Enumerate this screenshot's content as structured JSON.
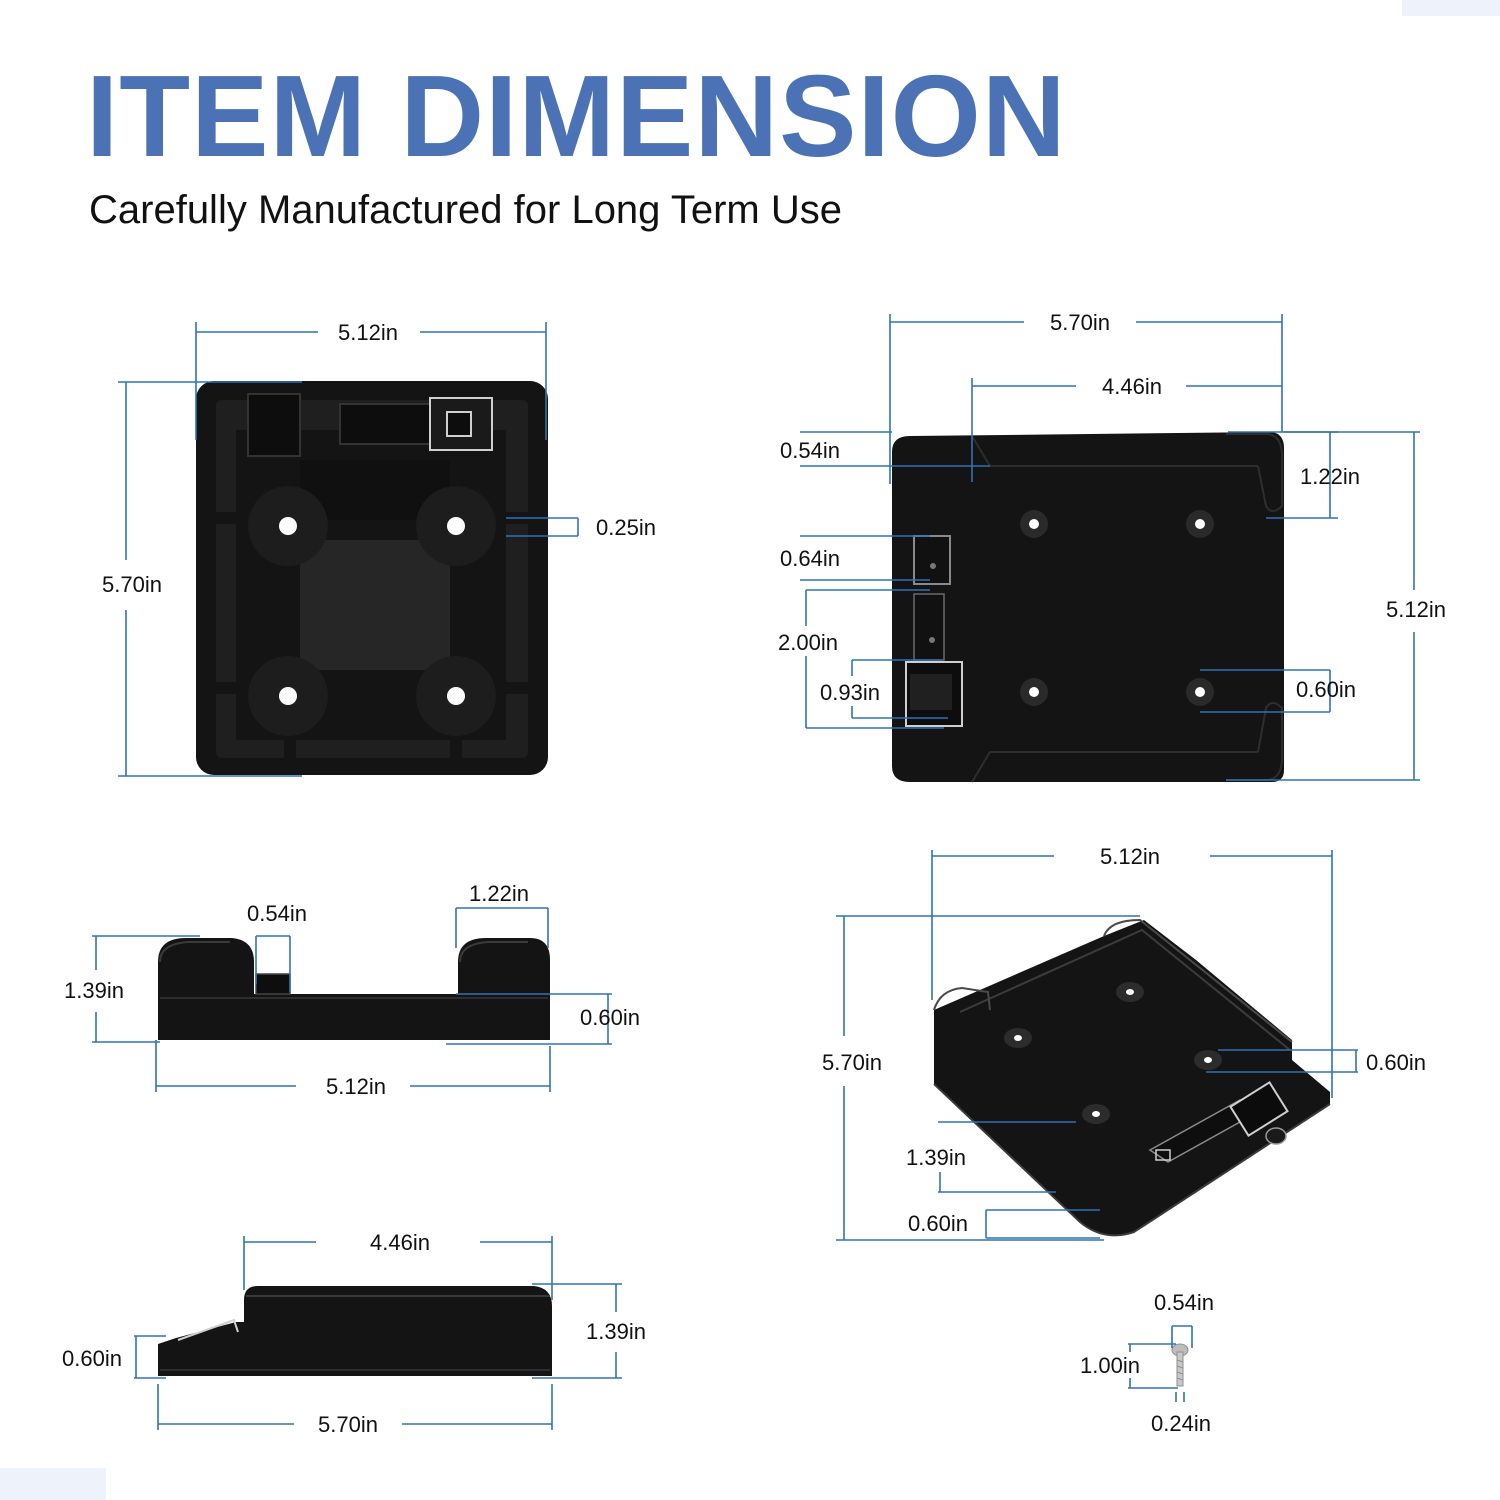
{
  "header": {
    "title": "ITEM DIMENSION",
    "subtitle": "Carefully Manufactured for Long Term Use"
  },
  "colors": {
    "title": "#4a72b5",
    "dimension_line": "#2f73b3",
    "product": "#141414"
  },
  "views": {
    "top_view": {
      "width": "5.12in",
      "height": "5.70in",
      "hole_inset": "0.25in"
    },
    "bottom_view": {
      "overall_width": "5.70in",
      "inner_width": "4.46in",
      "lip_depth": "0.54in",
      "rail_depth": "1.22in",
      "overall_height": "5.12in",
      "slot_height": "0.64in",
      "latch_height": "2.00in",
      "latch_depth": "0.93in",
      "rail_inset": "0.60in"
    },
    "front_view": {
      "lip_width": "0.54in",
      "rail_width": "1.22in",
      "height": "1.39in",
      "base_height": "0.60in",
      "width": "5.12in"
    },
    "side_view": {
      "top_width": "4.46in",
      "height": "1.39in",
      "base_height": "0.60in",
      "length": "5.70in"
    },
    "perspective_view": {
      "width": "5.12in",
      "length": "5.70in",
      "wall_offset": "0.60in",
      "height": "1.39in",
      "base_thickness": "0.60in"
    },
    "screw": {
      "head_diameter": "0.54in",
      "length": "1.00in",
      "shank_diameter": "0.24in"
    }
  }
}
